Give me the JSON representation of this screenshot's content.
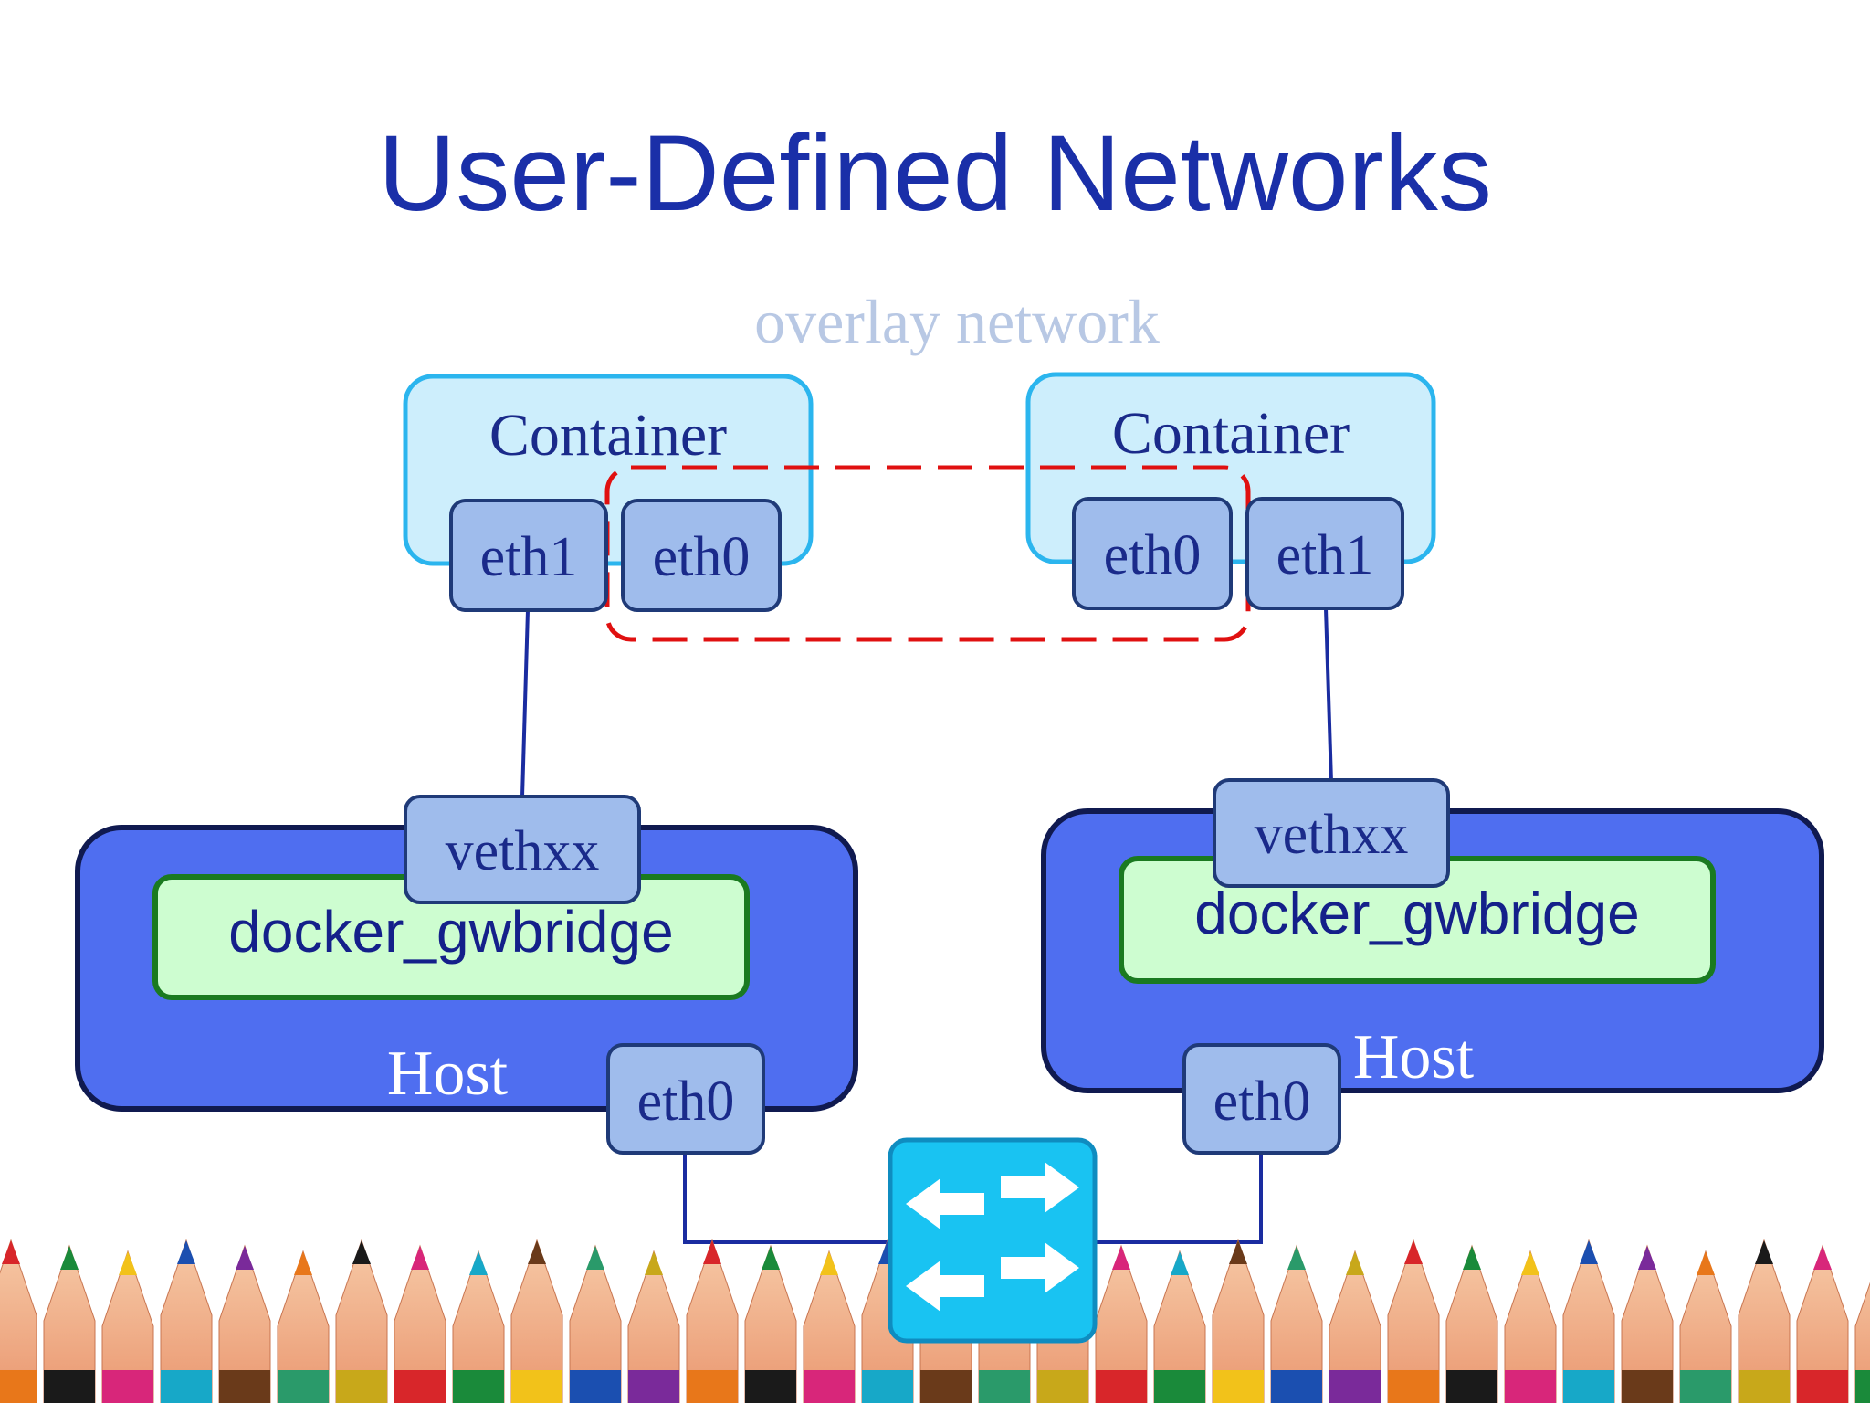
{
  "slide": {
    "title": "User-Defined Networks",
    "overlay_label": "overlay network"
  },
  "left_container": {
    "label": "Container",
    "eth1": "eth1",
    "eth0": "eth0"
  },
  "right_container": {
    "label": "Container",
    "eth0": "eth0",
    "eth1": "eth1"
  },
  "left_host": {
    "label": "Host",
    "veth": "vethxx",
    "bridge": "docker_gwbridge",
    "eth0": "eth0"
  },
  "right_host": {
    "label": "Host",
    "veth": "vethxx",
    "bridge": "docker_gwbridge",
    "eth0": "eth0"
  },
  "colors": {
    "title": "#1a2fa8",
    "overlay_label": "#b8c8e4",
    "container_fill": "#cdeefc",
    "container_stroke": "#2bb5ee",
    "iface_fill": "#9fbcec",
    "iface_stroke": "#1f3a78",
    "host_fill": "#4f6ef0",
    "host_stroke": "#101a50",
    "bridge_fill": "#cdfdd0",
    "bridge_stroke": "#1a7a20",
    "overlay_dash": "#e01010",
    "switch_fill": "#19c3f2",
    "link": "#1a2ca0"
  },
  "icons": [
    "network-switch-icon",
    "colored-pencils-border"
  ]
}
